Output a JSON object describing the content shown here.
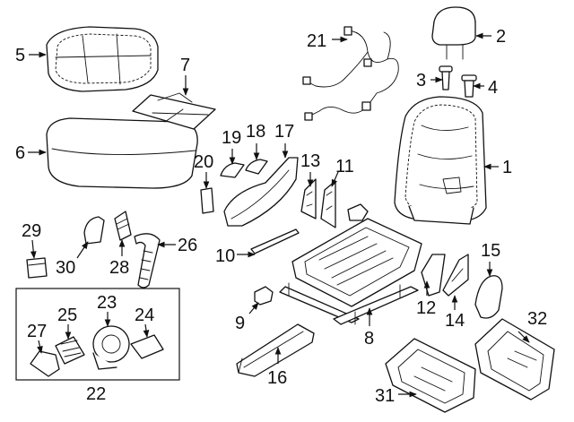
{
  "callouts": {
    "c1": "1",
    "c2": "2",
    "c3": "3",
    "c4": "4",
    "c5": "5",
    "c6": "6",
    "c7": "7",
    "c8": "8",
    "c9": "9",
    "c10": "10",
    "c11": "11",
    "c12": "12",
    "c13": "13",
    "c14": "14",
    "c15": "15",
    "c16": "16",
    "c17": "17",
    "c18": "18",
    "c19": "19",
    "c20": "20",
    "c21": "21",
    "c22": "22",
    "c23": "23",
    "c24": "24",
    "c25": "25",
    "c26": "26",
    "c27": "27",
    "c28": "28",
    "c29": "29",
    "c30": "30",
    "c31": "31",
    "c32": "32"
  },
  "colors": {
    "line": "#111111",
    "background": "#ffffff"
  }
}
